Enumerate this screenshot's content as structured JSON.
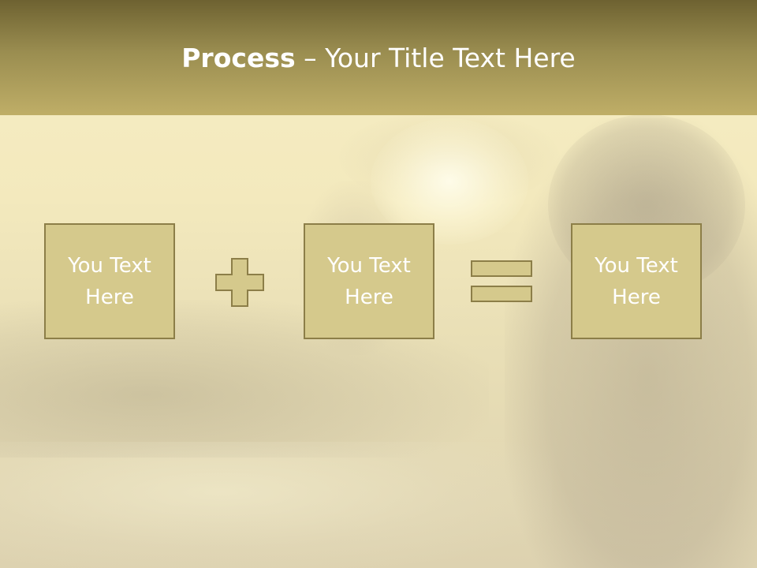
{
  "title": {
    "bold": "Process",
    "rest": " – Your Title Text Here"
  },
  "steps": [
    {
      "text": "You Text Here"
    },
    {
      "text": "You Text Here"
    },
    {
      "text": "You Text Here"
    }
  ],
  "operators": {
    "first": "plus-icon",
    "second": "equals-icon"
  },
  "colors": {
    "header": "#9a8d50",
    "box_fill": "#d5c98c",
    "box_border": "#8c7e48",
    "text": "#ffffff"
  }
}
